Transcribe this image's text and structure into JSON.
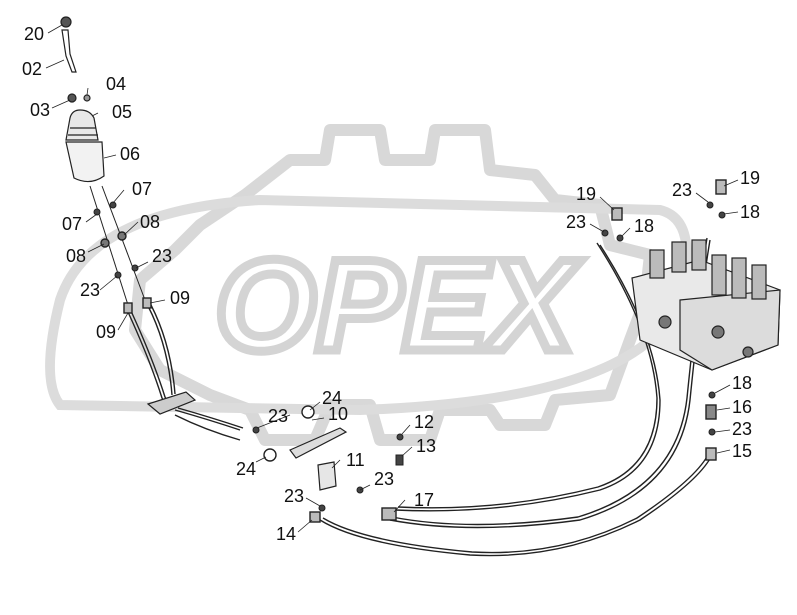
{
  "watermark": {
    "brand": "OPEX",
    "color": "#d8d8d8"
  },
  "colors": {
    "line": "#222222",
    "part_fill": "#cfcfcf",
    "background": "#ffffff"
  },
  "callouts": [
    {
      "id": "c20",
      "label": "20"
    },
    {
      "id": "c02",
      "label": "02"
    },
    {
      "id": "c03",
      "label": "03"
    },
    {
      "id": "c04",
      "label": "04"
    },
    {
      "id": "c05",
      "label": "05"
    },
    {
      "id": "c06",
      "label": "06"
    },
    {
      "id": "c07a",
      "label": "07"
    },
    {
      "id": "c07b",
      "label": "07"
    },
    {
      "id": "c08a",
      "label": "08"
    },
    {
      "id": "c08b",
      "label": "08"
    },
    {
      "id": "c23a",
      "label": "23"
    },
    {
      "id": "c23b",
      "label": "23"
    },
    {
      "id": "c09a",
      "label": "09"
    },
    {
      "id": "c09b",
      "label": "09"
    },
    {
      "id": "c24a",
      "label": "24"
    },
    {
      "id": "c24b",
      "label": "24"
    },
    {
      "id": "c23c",
      "label": "23"
    },
    {
      "id": "c10",
      "label": "10"
    },
    {
      "id": "c12",
      "label": "12"
    },
    {
      "id": "c13",
      "label": "13"
    },
    {
      "id": "c11",
      "label": "11"
    },
    {
      "id": "c23d",
      "label": "23"
    },
    {
      "id": "c23e",
      "label": "23"
    },
    {
      "id": "c17",
      "label": "17"
    },
    {
      "id": "c14",
      "label": "14"
    },
    {
      "id": "c19a",
      "label": "19"
    },
    {
      "id": "c23f",
      "label": "23"
    },
    {
      "id": "c18a",
      "label": "18"
    },
    {
      "id": "c23g",
      "label": "23"
    },
    {
      "id": "c19b",
      "label": "19"
    },
    {
      "id": "c18b",
      "label": "18"
    },
    {
      "id": "c18c",
      "label": "18"
    },
    {
      "id": "c16",
      "label": "16"
    },
    {
      "id": "c23h",
      "label": "23"
    },
    {
      "id": "c15",
      "label": "15"
    }
  ]
}
